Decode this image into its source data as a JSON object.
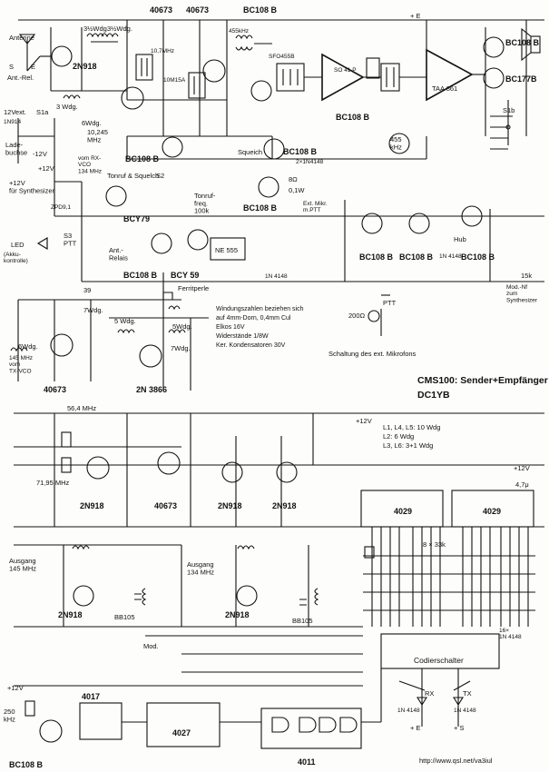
{
  "title": "CMS100: Sender+Empfänger",
  "author": "DC1YB",
  "url": "http://www.qsl.net/va3iul",
  "top_section": {
    "labels": {
      "antenne": "Antenne",
      "ant_rel": "Ant.-Rel.",
      "s": "S",
      "e": "E",
      "ladebuchse": "Lade-\nbuchse",
      "ext12v": "12Vext.",
      "d1n914": "1N914",
      "s1a": "S1a",
      "minus12v": "-12V",
      "plus12v_in": "+12V",
      "wdg3": "3 Wdg.",
      "wdg6": "6Wdg.",
      "f10245": "10,245\nMHz",
      "vom_rx_vco": "vom RX-\nVCO\n134 MHz",
      "plus12v_synth": "+12V\nfür Synthesizer",
      "zpd91": "ZPD9,1",
      "led": "LED",
      "akku": "(Akku-\nkontrolle)",
      "s3ptt": "S3\nPTT",
      "bcy79_a": "BCY79",
      "ant_relais": "Ant.-\nRelais",
      "bc108b_1": "BC108 B",
      "bcy59": "BCY 59",
      "tonruf_squelch": "Tonruf & Squelch",
      "s2": "S2",
      "tonruf_freq": "Tonruf-\nfreq.\n100k",
      "ne555": "NE 555",
      "bc108b_tonruf": "BC108 B",
      "ext_mikr": "Ext. Mikr.\nm.PTT",
      "r8": "8Ω",
      "p01w": "0,1W",
      "squeich": "Squeich",
      "bc108b_sq": "BC108 B",
      "in4148x2": "2×1N4148",
      "mod_nf": "Mod.-Nf\nzum\nSynthesizer",
      "hub": "Hub",
      "in4148_a": "1N 4148",
      "in4148_b": "1N 4148",
      "bc108b_m1": "BC108 B",
      "bc108b_m2": "BC108 B",
      "bc108b_m3": "BC108 B",
      "r15k": "15k",
      "ptt": "PTT",
      "r200": "200Ω",
      "ext_mic_caption": "Schaltung des ext. Mikrofons",
      "q40673_a": "40673",
      "q40673_b": "40673",
      "bc108b_top": "BC108 B",
      "q2n918_top": "2N918",
      "f455": "455kHz",
      "sfo455b": "SFO455B",
      "so41p": "SO 41 P",
      "taa861": "TAA 861",
      "bc108b_out": "BC108 B",
      "bc177b": "BC177B",
      "s1b": "S1b",
      "bc108b_ifamp": "BC108 B",
      "f10_7": "10,7MHz",
      "w3": "3½Wdg.",
      "w3b": "3½Wdg.",
      "filter10m": "10M15A",
      "plus_e": "+ E",
      "bc108b_if": "BC108 B",
      "p456": "455\nkHz",
      "vco_40673": "40673",
      "vco_2n3866": "2N 3866",
      "wdg7": "7Wdg.",
      "wdg5": "5 Wdg.",
      "wdg5b": "5Wdg.",
      "wdg6b": "6Wdg.",
      "wdg7b": "7Wdg.",
      "f145_tx": "145 MHz\nvom\nTX-VCO",
      "ferritperle": "Ferritperle",
      "note_lines": [
        "Windungszahlen beziehen sich",
        "auf 4mm-Dorn, 0,4mm Cul",
        "Elkos 16V",
        "Widerstände 1/8W",
        "Ker. Kondensatoren 30V"
      ],
      "wdg39": "39"
    }
  },
  "bottom_section": {
    "labels": {
      "f5643": "56,4 MHz",
      "f7195": "71,95 MHz",
      "q2n918_a": "2N918",
      "q40673_c": "40673",
      "q2n918_b": "2N918",
      "q2n918_c": "2N918",
      "coil_note": [
        "L1, L4, L5: 10 Wdg",
        "L2: 6 Wdg",
        "L3, L6: 3+1 Wdg"
      ],
      "ausgang145": "Ausgang\n145 MHz",
      "ausgang134": "Ausgang\n134 MHz",
      "q2n918_d": "2N918",
      "q2n918_e": "2N918",
      "bb105_a": "BB105",
      "bb105_b": "BB105",
      "mod": "Mod.",
      "ic4029a": "4029",
      "ic4029b": "4029",
      "rnet": "8 × 33k",
      "codierschalter": "Codierschalter",
      "in4148x16": "16×\n1N 4148",
      "ic4017": "4017",
      "ic4027": "4027",
      "ic4011": "4011",
      "bc108b_bot": "BC108 B",
      "f250": "250\nkHz",
      "rx": "RX",
      "tx": "TX",
      "d1": "1N 4148",
      "d2": "1N 4148",
      "plus_e2": "+ E",
      "plus_s2": "+ S",
      "plus12v_b": "+12V",
      "plus12v_c": "+12V",
      "plus12v_d": "+12V",
      "cap47u": "4,7μ"
    }
  }
}
